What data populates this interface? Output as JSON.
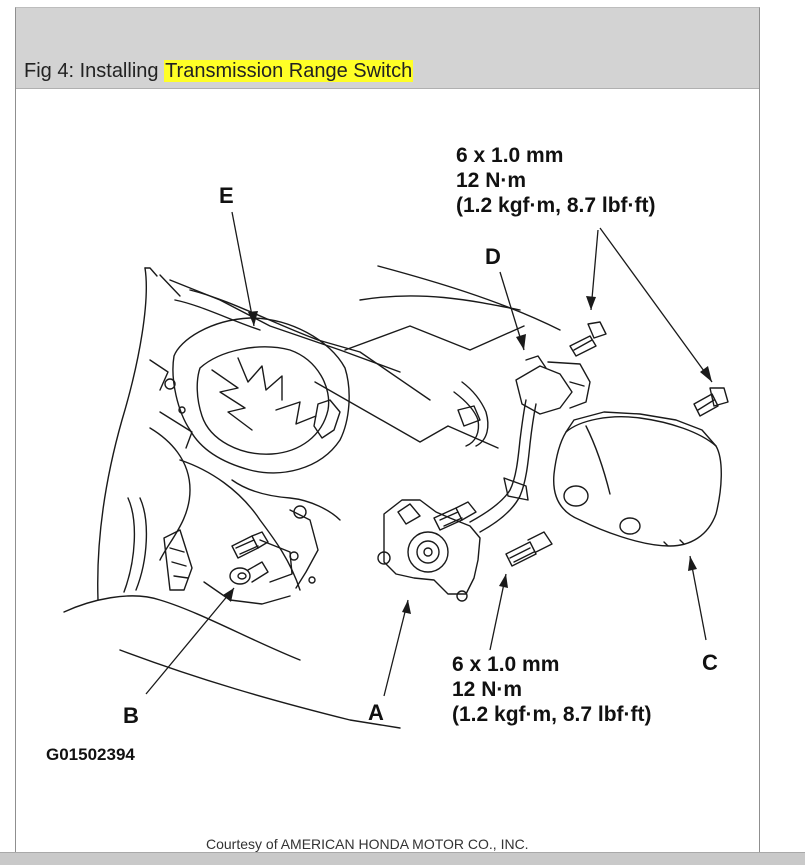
{
  "figure": {
    "caption_prefix": "Fig 4: Installing ",
    "caption_highlight": "Transmission Range Switch",
    "highlight_color": "#ffff26",
    "caption_bar_color": "#d3d3d3"
  },
  "labels": {
    "A": "A",
    "B": "B",
    "C": "C",
    "D": "D",
    "E": "E"
  },
  "torque_spec_top": {
    "line1": "6 x 1.0 mm",
    "line2": "12 N·m",
    "line3": "(1.2 kgf·m, 8.7 lbf·ft)"
  },
  "torque_spec_bottom": {
    "line1": "6 x 1.0 mm",
    "line2": "12 N·m",
    "line3": "(1.2 kgf·m, 8.7 lbf·ft)"
  },
  "figure_code": "G01502394",
  "credit": "Courtesy of AMERICAN HONDA MOTOR CO., INC."
}
